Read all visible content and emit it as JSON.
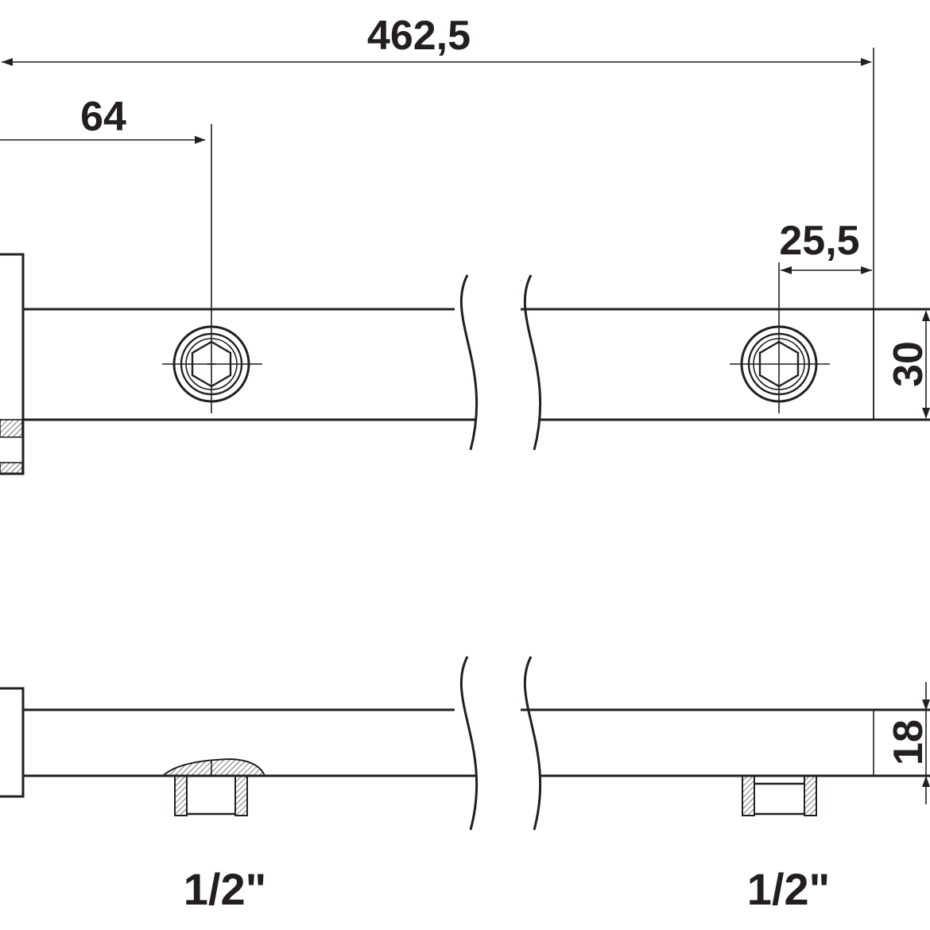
{
  "dimensions": {
    "overall_length": "462,5",
    "first_outlet_offset": "64",
    "last_outlet_offset": "25,5",
    "bar_height": "30",
    "bar_depth": "18"
  },
  "threads": {
    "left_outlet": "1/2\"",
    "right_outlet": "1/2\""
  },
  "colors": {
    "line": "#231f20",
    "background": "#ffffff"
  }
}
